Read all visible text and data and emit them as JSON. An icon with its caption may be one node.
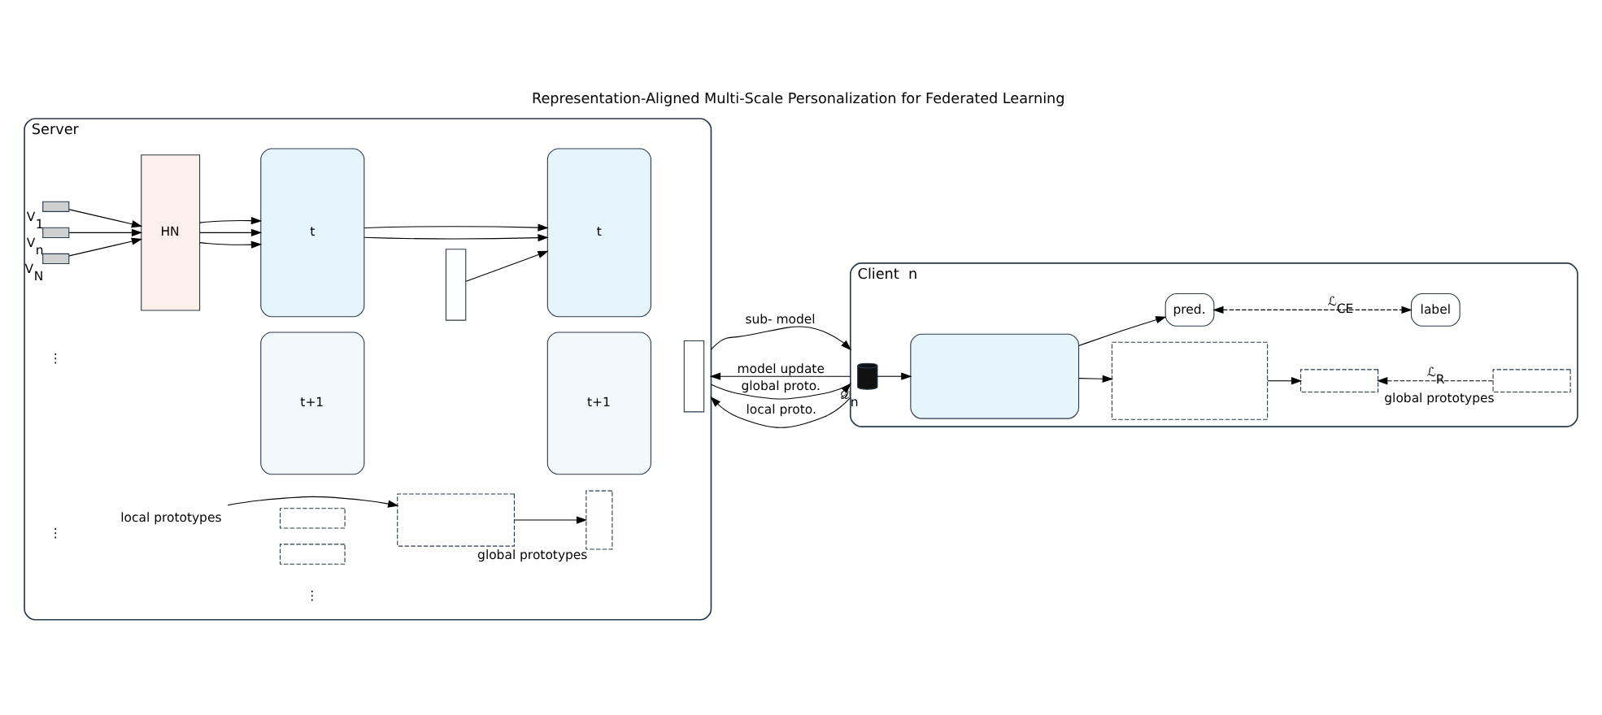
{
  "diagram": {
    "title": "Representation-Aligned Multi-Scale Personalization for Federated Learning",
    "nodes": [
      {
        "text": [
          "Server"
        ]
      },
      {
        "text": [],
        "shape": "box",
        "beside": [
          "V$_{1}$"
        ],
        "in": 0
      },
      {
        "text": [],
        "shape": "box",
        "beside": [
          "V$_{n}$"
        ],
        "in": 0
      },
      {
        "text": [],
        "shape": "box",
        "beside": [
          "V$_{N}$"
        ],
        "in": 0
      },
      {
        "text": [
          "HN"
        ],
        "in": 0
      },
      {
        "text": [
          "t+1"
        ],
        "in": 0
      },
      {
        "text": [
          "t"
        ],
        "in": 0
      },
      {
        "text": [],
        "shape": "box",
        "in": 0
      },
      {
        "text": [
          "t+1"
        ],
        "in": 0
      },
      {
        "text": [
          "t"
        ],
        "in": 0
      },
      {
        "text": [],
        "shape": "box",
        "in": 0
      },
      {
        "text": [
          "local prototypes"
        ],
        "in": 0
      },
      {
        "text": [],
        "shape": "box",
        "in": 0
      },
      {
        "text": [],
        "shape": "box",
        "in": 0
      },
      {
        "text": [],
        "shape": "box",
        "in": 0
      },
      {
        "text": [],
        "shape": "box",
        "beside": [
          "global prototypes"
        ],
        "in": 0
      },
      {
        "text": [
          "Client  n"
        ]
      },
      {
        "text": [],
        "shape": "cylinder",
        "beside": [
          "𝒟$_{n}$"
        ],
        "in": 16
      },
      {
        "text": [],
        "shape": "box",
        "in": 16
      },
      {
        "text": [],
        "shape": "box",
        "in": 16
      },
      {
        "text": [
          "pred."
        ],
        "in": 16
      },
      {
        "text": [
          "label"
        ],
        "in": 16
      },
      {
        "text": [],
        "shape": "box",
        "in": 16
      },
      {
        "text": [],
        "shape": "box",
        "beside": [
          "global prototypes"
        ],
        "in": 16
      }
    ],
    "edges": [
      {
        "from": 1,
        "to": 4,
        "arrow": "to"
      },
      {
        "from": 2,
        "to": 4,
        "arrow": "to"
      },
      {
        "from": 3,
        "to": 4,
        "arrow": "to"
      },
      {
        "from": 4,
        "to": 6,
        "arrow": "to"
      },
      {
        "from": 4,
        "to": 6,
        "arrow": "to"
      },
      {
        "from": 4,
        "to": 6,
        "arrow": "to"
      },
      {
        "from": 6,
        "to": 9,
        "arrow": "to"
      },
      {
        "from": 7,
        "to": 9,
        "arrow": "to"
      },
      {
        "from": 6,
        "to": 9,
        "arrow": "to"
      },
      {
        "from": 11,
        "to": 14,
        "arrow": "to"
      },
      {
        "from": 14,
        "to": 15,
        "arrow": "to"
      },
      {
        "from": 0,
        "to": 16,
        "arrow": "to",
        "label": "sub- model"
      },
      {
        "from": 16,
        "to": 0,
        "arrow": "to",
        "label": "model update"
      },
      {
        "from": 0,
        "to": 16,
        "arrow": "to",
        "label": "global proto."
      },
      {
        "from": 16,
        "to": 0,
        "arrow": "to",
        "label": "local proto."
      },
      {
        "from": 17,
        "to": 18,
        "arrow": "to"
      },
      {
        "from": 18,
        "to": 19,
        "arrow": "to"
      },
      {
        "from": 18,
        "to": 20,
        "arrow": "to"
      },
      {
        "from": 20,
        "to": 21,
        "arrow": "both",
        "style": "dashed",
        "label": "ℒ$_{CE}$"
      },
      {
        "from": 19,
        "to": 22,
        "arrow": "to"
      },
      {
        "from": 23,
        "to": 22,
        "arrow": "to",
        "style": "dashed",
        "label": "ℒ$_{R}$"
      }
    ],
    "labels": [
      "⋮",
      "⋮",
      "⋮"
    ]
  }
}
